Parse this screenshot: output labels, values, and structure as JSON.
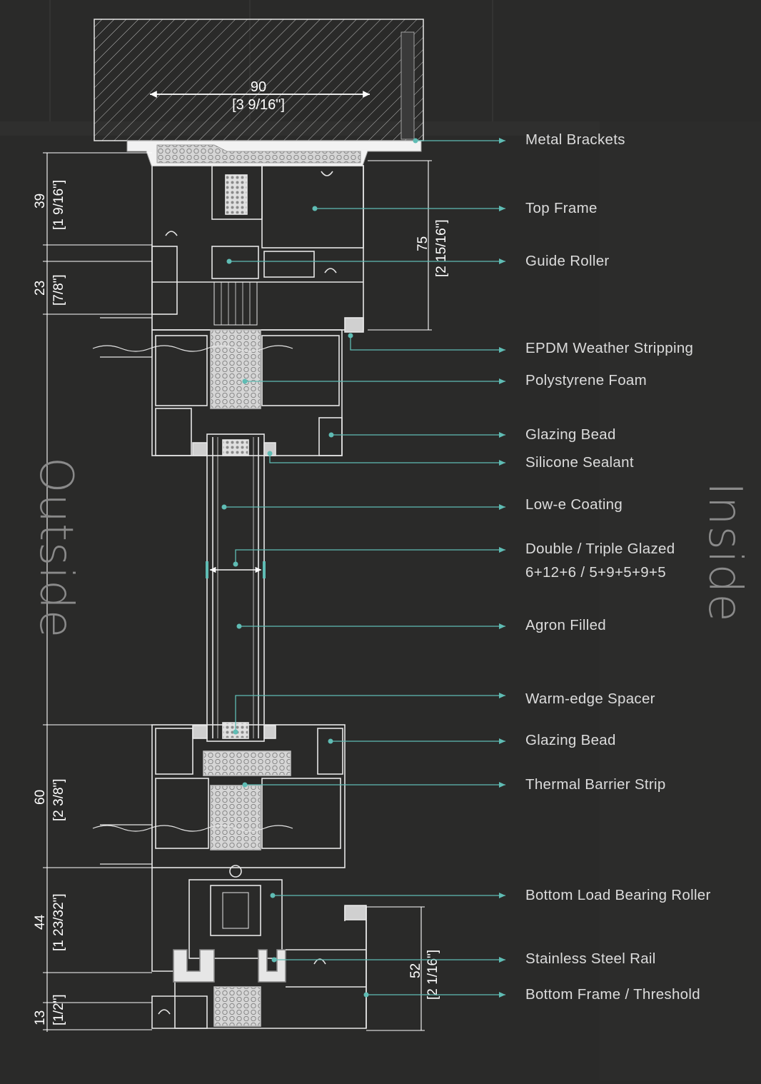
{
  "sides": {
    "outside": "Outside",
    "inside": "Inside"
  },
  "callouts": [
    {
      "label": "Metal Brackets"
    },
    {
      "label": "Top Frame"
    },
    {
      "label": "Guide Roller"
    },
    {
      "label": "EPDM Weather Stripping"
    },
    {
      "label": "Polystyrene Foam"
    },
    {
      "label": "Glazing Bead"
    },
    {
      "label": "Silicone Sealant"
    },
    {
      "label": "Low-e Coating"
    },
    {
      "label": "Double / Triple Glazed",
      "sub": "6+12+6 / 5+9+5+9+5"
    },
    {
      "label": "Agron Filled"
    },
    {
      "label": "Warm-edge Spacer"
    },
    {
      "label": "Glazing Bead"
    },
    {
      "label": "Thermal Barrier Strip"
    },
    {
      "label": "Bottom Load Bearing Roller"
    },
    {
      "label": "Stainless Steel Rail"
    },
    {
      "label": "Bottom Frame / Threshold"
    }
  ],
  "dimensions": {
    "header_width": {
      "value": "90",
      "imperial": "[3 9/16\"]"
    },
    "d39": {
      "value": "39",
      "imperial": "[1 9/16\"]"
    },
    "d23": {
      "value": "23",
      "imperial": "[7/8\"]"
    },
    "d75": {
      "value": "75",
      "imperial": "[2 15/16\"]"
    },
    "d60": {
      "value": "60",
      "imperial": "[2 3/8\"]"
    },
    "d44": {
      "value": "44",
      "imperial": "[1 23/32\"]"
    },
    "d52": {
      "value": "52",
      "imperial": "[2 1/16\"]"
    },
    "d13": {
      "value": "13",
      "imperial": "[1/2\"]"
    }
  },
  "colors": {
    "background": "#2a2a29",
    "line": "#e6e6e6",
    "accent": "#5fbcb4",
    "text": "#dcdcdc",
    "side_text": "#8a8a8a"
  }
}
